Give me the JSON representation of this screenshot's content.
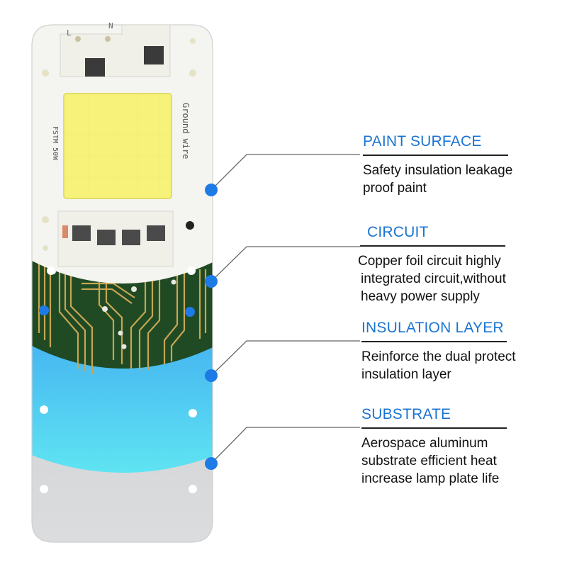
{
  "board": {
    "pin_left": "L",
    "pin_right": "N",
    "text_ground": "Ground wire",
    "text_model": "FSTM 50W"
  },
  "layers": [
    {
      "title": "PAINT SURFACE",
      "description": [
        "Safety insulation leakage",
        "proof paint"
      ]
    },
    {
      "title": "CIRCUIT",
      "description": [
        "Copper foil circuit highly",
        "integrated circuit,without",
        "heavy power supply"
      ]
    },
    {
      "title": "INSULATION LAYER",
      "description": [
        "Reinforce the dual protect",
        "insulation layer"
      ]
    },
    {
      "title": "SUBSTRATE",
      "description": [
        "Aerospace aluminum",
        "substrate efficient heat",
        "increase lamp plate life"
      ]
    }
  ],
  "colors": {
    "accent": "#1b74d1",
    "dot": "#1e7be6",
    "pcb_green": "#1f4a24",
    "trace_gold": "#c8a552",
    "led_yellow": "#f7f27a",
    "paint_white": "#f4f4f1",
    "substrate_gray": "#cfd0d2"
  }
}
